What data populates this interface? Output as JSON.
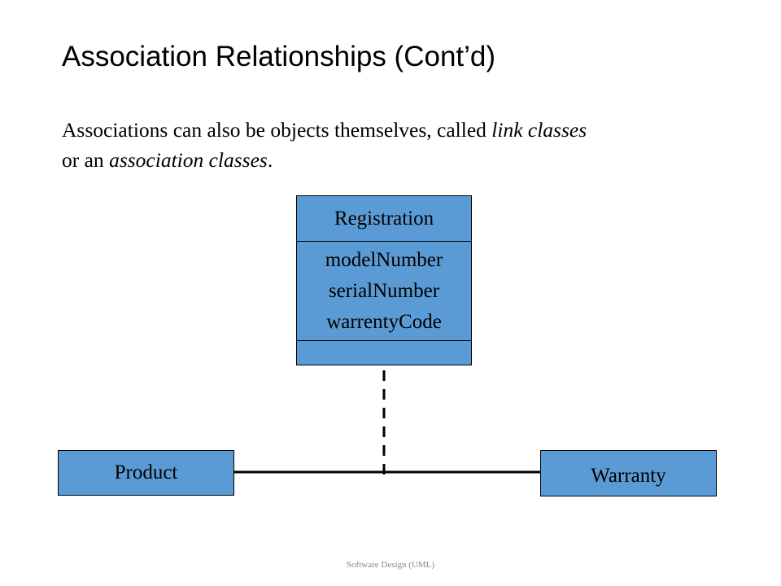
{
  "slide": {
    "title": "Association Relationships (Cont’d)",
    "body": {
      "line1_prefix": "Associations  can  also  be  objects  themselves,  called ",
      "line1_italic": "link classes",
      "line2_prefix": "or an ",
      "line2_italic": "association classes",
      "line2_suffix": "."
    },
    "footer": "Software Design (UML)"
  },
  "diagram": {
    "association_class": {
      "name": "Registration",
      "attributes": [
        "modelNumber",
        "serialNumber",
        "warrentyCode"
      ]
    },
    "left_class": {
      "name": "Product"
    },
    "right_class": {
      "name": "Warranty"
    }
  },
  "colors": {
    "class_fill": "#5b9bd5",
    "line": "#000000"
  }
}
